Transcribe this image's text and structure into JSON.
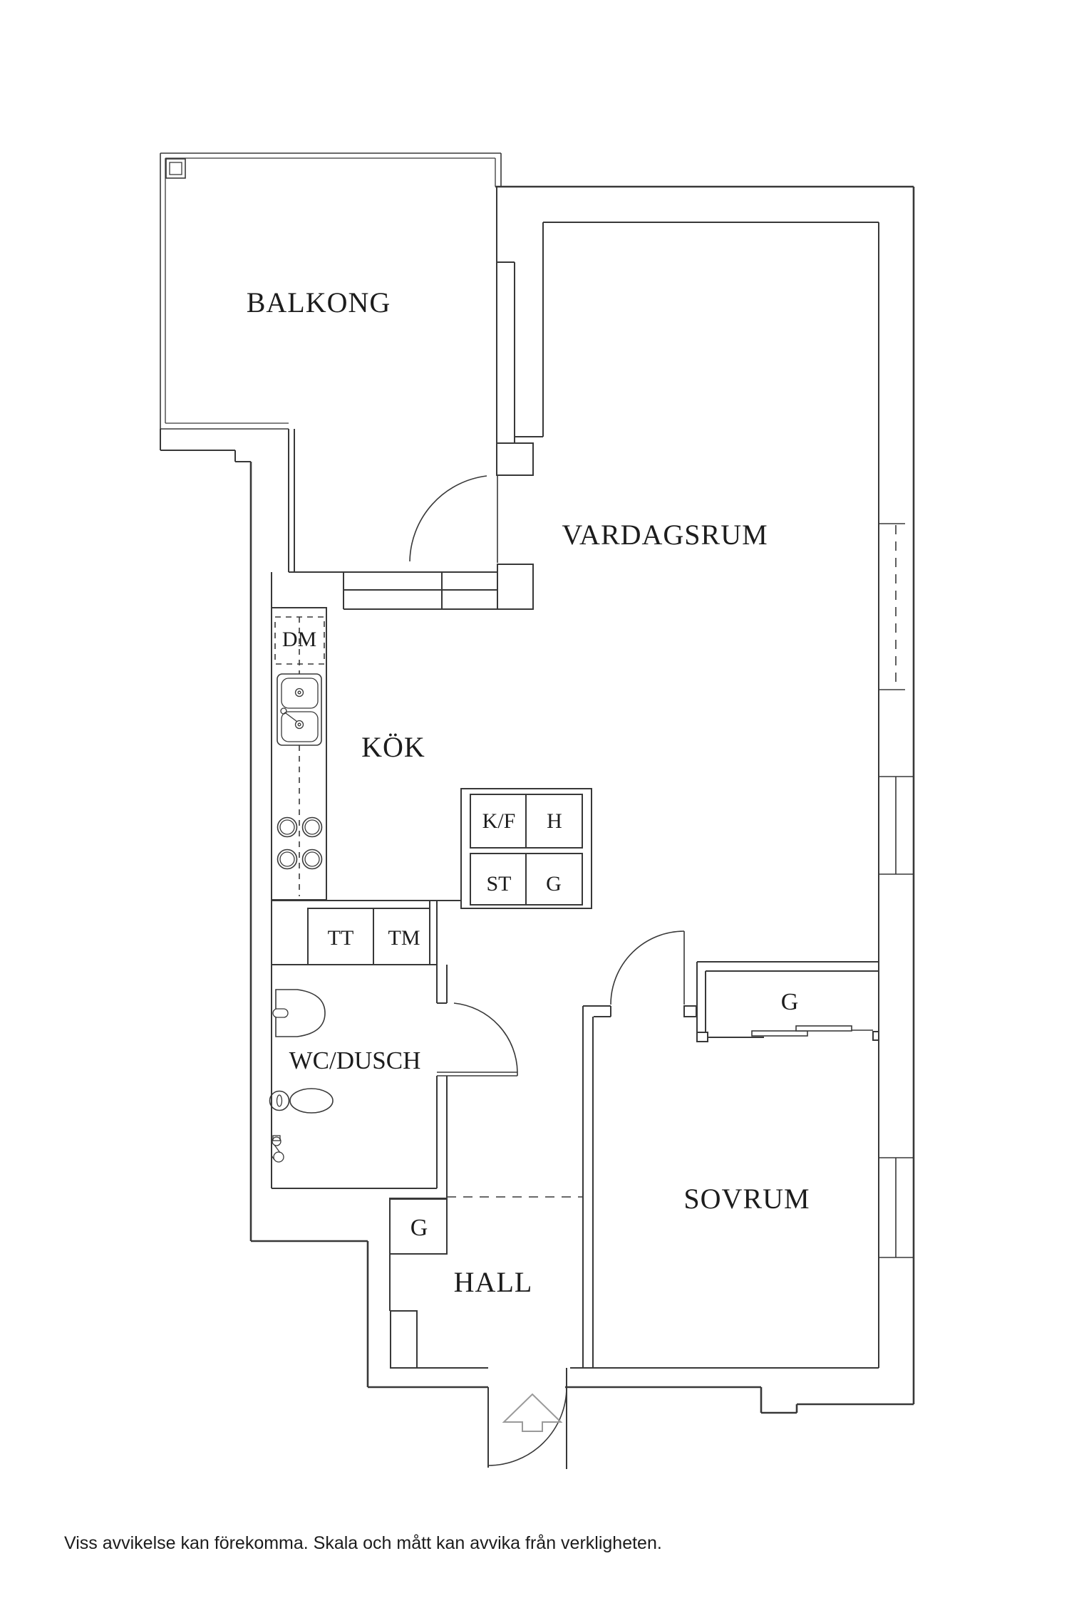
{
  "floorplan": {
    "title": "apartment-floorplan",
    "labels": {
      "balkong": "BALKONG",
      "vardagsrum": "VARDAGSRUM",
      "kok": "KÖK",
      "dm": "DM",
      "kf": "K/F",
      "h": "H",
      "st": "ST",
      "g_upper": "G",
      "tt": "TT",
      "tm": "TM",
      "wc_dusch": "WC/DUSCH",
      "g_closet": "G",
      "sovrum": "SOVRUM",
      "g_hall": "G",
      "hall": "HALL"
    },
    "disclaimer": "Viss avvikelse kan förekomma. Skala och mått kan avvika från verkligheten.",
    "colors": {
      "line": "#383838",
      "text": "#1c1c1c",
      "background": "#ffffff",
      "entrance_arrow": "#9a9a9a"
    }
  }
}
